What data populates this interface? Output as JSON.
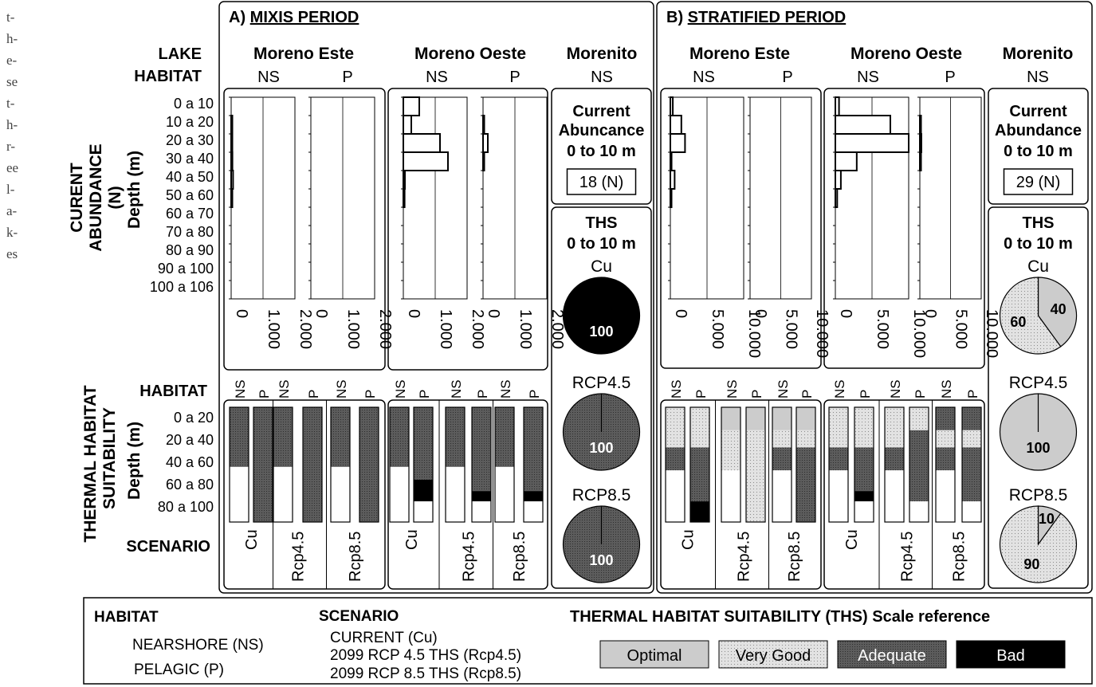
{
  "sidebar_fragments": [
    "t-",
    "h-",
    "e-",
    "se",
    "t-",
    "h-",
    "r-",
    "ee",
    "l-",
    "a-",
    "k-",
    "es"
  ],
  "colors": {
    "optimal": "#cccccc",
    "very_good": "#e2e2e2",
    "very_good_dot": "#8a8a8a",
    "adequate": "#5c5c5c",
    "adequate_dot": "#2e2e2e",
    "bad": "#000000"
  },
  "labels": {
    "panel_a_prefix": "A) ",
    "panel_a_title": "MIXIS PERIOD",
    "panel_b_prefix": "B) ",
    "panel_b_title": "STRATIFIED PERIOD",
    "lake": "LAKE",
    "habitat": "HABITAT",
    "lake_moreno_este": "Moreno Este",
    "lake_moreno_oeste": "Moreno Oeste",
    "lake_morenito": "Morenito",
    "ns": "NS",
    "p": "P",
    "abundance_axis_title_1": "CURENT",
    "abundance_axis_title_2": "ABUNDANCE",
    "abundance_axis_title_3": "(N)",
    "abundance_axis_title_4": "Depth (m)",
    "ths_axis_title_1": "THERMAL HABITAT",
    "ths_axis_title_2": "SUITABILITY",
    "ths_axis_title_3": "Depth (m)",
    "scenario": "SCENARIO",
    "current_abund_1": "Current",
    "current_abund_2": "Abuncance",
    "current_abund_3": "0 to 10 m",
    "current_abund_2b": "Abundance",
    "ths": "THS",
    "ths_range": "0 to 10 m",
    "cu": "Cu",
    "rcp45": "RCP4.5",
    "rcp85": "RCP8.5",
    "mixis_abundance": "18 (N)",
    "strat_abundance": "29 (N)",
    "scenario_cu": "Cu",
    "scenario_rcp45": "Rcp4.5",
    "scenario_rcp85": "Rcp8.5"
  },
  "depth_labels_abundance": [
    "0 a 10",
    "10 a 20",
    "20 a 30",
    "30 a 40",
    "40 a 50",
    "50 a 60",
    "60 a 70",
    "70 a 80",
    "80 a 90",
    "90 a 100",
    "100 a 106"
  ],
  "depth_labels_ths": [
    "0 a 20",
    "20 a 40",
    "40 a 60",
    "60 a 80",
    "80 a 100"
  ],
  "tick_labels": {
    "mixis": [
      "0",
      "1.000",
      "2.000"
    ],
    "stratified": [
      "0",
      "5.000",
      "10.000"
    ]
  },
  "legend": {
    "habitat_title": "HABITAT",
    "habitat_ns": "NEARSHORE (NS)",
    "habitat_p": "PELAGIC (P)",
    "scenario_title": "SCENARIO",
    "scenario_cu": "CURRENT (Cu)",
    "scenario_45": "2099 RCP 4.5 THS (Rcp4.5)",
    "scenario_85": "2099 RCP 8.5 THS (Rcp8.5)",
    "ths_title": "THERMAL HABITAT SUITABILITY (THS) Scale reference",
    "optimal": "Optimal",
    "very_good": "Very Good",
    "adequate": "Adequate",
    "bad": "Bad"
  },
  "chart_data": [
    {
      "type": "bar",
      "panel": "A) MIXIS PERIOD",
      "lake": "Moreno Este",
      "habitat": "NS",
      "orientation": "horizontal",
      "categories": [
        "0 a 10",
        "10 a 20",
        "20 a 30",
        "30 a 40",
        "40 a 50",
        "50 a 60",
        "60 a 70",
        "70 a 80",
        "80 a 90",
        "90 a 100",
        "100 a 106"
      ],
      "values": [
        0,
        10,
        10,
        40,
        60,
        10,
        0,
        0,
        0,
        0,
        0
      ],
      "xlim": [
        0,
        2000
      ]
    },
    {
      "type": "bar",
      "panel": "A) MIXIS PERIOD",
      "lake": "Moreno Este",
      "habitat": "P",
      "orientation": "horizontal",
      "categories": [
        "0 a 10",
        "10 a 20",
        "20 a 30",
        "30 a 40",
        "40 a 50",
        "50 a 60",
        "60 a 70",
        "70 a 80",
        "80 a 90",
        "90 a 100",
        "100 a 106"
      ],
      "values": [
        0,
        0,
        0,
        0,
        0,
        0,
        0,
        0,
        0,
        0,
        0
      ],
      "xlim": [
        0,
        2000
      ]
    },
    {
      "type": "bar",
      "panel": "A) MIXIS PERIOD",
      "lake": "Moreno Oeste",
      "habitat": "NS",
      "orientation": "horizontal",
      "categories": [
        "0 a 10",
        "10 a 20",
        "20 a 30",
        "30 a 40",
        "40 a 50",
        "50 a 60",
        "60 a 70",
        "70 a 80",
        "80 a 90",
        "90 a 100",
        "100 a 106"
      ],
      "values": [
        500,
        250,
        1150,
        1400,
        50,
        40,
        0,
        0,
        0,
        0,
        0
      ],
      "xlim": [
        0,
        2000
      ]
    },
    {
      "type": "bar",
      "panel": "A) MIXIS PERIOD",
      "lake": "Moreno Oeste",
      "habitat": "P",
      "orientation": "horizontal",
      "categories": [
        "0 a 10",
        "10 a 20",
        "20 a 30",
        "30 a 40",
        "40 a 50",
        "50 a 60",
        "60 a 70",
        "70 a 80",
        "80 a 90",
        "90 a 100",
        "100 a 106"
      ],
      "values": [
        0,
        30,
        150,
        20,
        0,
        0,
        0,
        0,
        0,
        0,
        0
      ],
      "xlim": [
        0,
        2000
      ]
    },
    {
      "type": "bar",
      "panel": "B) STRATIFIED PERIOD",
      "lake": "Moreno Este",
      "habitat": "NS",
      "orientation": "horizontal",
      "categories": [
        "0 a 10",
        "10 a 20",
        "20 a 30",
        "30 a 40",
        "40 a 50",
        "50 a 60",
        "60 a 70",
        "70 a 80",
        "80 a 90",
        "90 a 100",
        "100 a 106"
      ],
      "values": [
        400,
        1800,
        2400,
        200,
        700,
        150,
        0,
        0,
        0,
        0,
        0
      ],
      "xlim": [
        0,
        12000
      ]
    },
    {
      "type": "bar",
      "panel": "B) STRATIFIED PERIOD",
      "lake": "Moreno Este",
      "habitat": "P",
      "orientation": "horizontal",
      "categories": [
        "0 a 10",
        "10 a 20",
        "20 a 30",
        "30 a 40",
        "40 a 50",
        "50 a 60",
        "60 a 70",
        "70 a 80",
        "80 a 90",
        "90 a 100",
        "100 a 106"
      ],
      "values": [
        0,
        0,
        0,
        0,
        0,
        0,
        0,
        0,
        0,
        0,
        0
      ],
      "xlim": [
        0,
        12000
      ]
    },
    {
      "type": "bar",
      "panel": "B) STRATIFIED PERIOD",
      "lake": "Moreno Oeste",
      "habitat": "NS",
      "orientation": "horizontal",
      "categories": [
        "0 a 10",
        "10 a 20",
        "20 a 30",
        "30 a 40",
        "40 a 50",
        "50 a 60",
        "60 a 70",
        "70 a 80",
        "80 a 90",
        "90 a 100",
        "100 a 106"
      ],
      "values": [
        600,
        9000,
        12000,
        3500,
        900,
        300,
        0,
        0,
        0,
        0,
        0
      ],
      "xlim": [
        0,
        12000
      ]
    },
    {
      "type": "bar",
      "panel": "B) STRATIFIED PERIOD",
      "lake": "Moreno Oeste",
      "habitat": "P",
      "orientation": "horizontal",
      "categories": [
        "0 a 10",
        "10 a 20",
        "20 a 30",
        "30 a 40",
        "40 a 50",
        "50 a 60",
        "60 a 70",
        "70 a 80",
        "80 a 90",
        "90 a 100",
        "100 a 106"
      ],
      "values": [
        0,
        200,
        300,
        100,
        0,
        0,
        0,
        0,
        0,
        0,
        0
      ],
      "xlim": [
        0,
        12000
      ]
    },
    {
      "type": "pie",
      "panel": "A) MIXIS PERIOD",
      "lake": "Morenito",
      "scenario": "Cu",
      "slices": [
        {
          "label": "Bad",
          "value": 100
        }
      ]
    },
    {
      "type": "pie",
      "panel": "A) MIXIS PERIOD",
      "lake": "Morenito",
      "scenario": "RCP4.5",
      "slices": [
        {
          "label": "Adequate",
          "value": 100
        }
      ]
    },
    {
      "type": "pie",
      "panel": "A) MIXIS PERIOD",
      "lake": "Morenito",
      "scenario": "RCP8.5",
      "slices": [
        {
          "label": "Adequate",
          "value": 100
        }
      ]
    },
    {
      "type": "pie",
      "panel": "B) STRATIFIED PERIOD",
      "lake": "Morenito",
      "scenario": "Cu",
      "slices": [
        {
          "label": "Optimal",
          "value": 40
        },
        {
          "label": "Very Good",
          "value": 60
        }
      ]
    },
    {
      "type": "pie",
      "panel": "B) STRATIFIED PERIOD",
      "lake": "Morenito",
      "scenario": "RCP4.5",
      "slices": [
        {
          "label": "Optimal",
          "value": 100
        }
      ]
    },
    {
      "type": "pie",
      "panel": "B) STRATIFIED PERIOD",
      "lake": "Morenito",
      "scenario": "RCP8.5",
      "slices": [
        {
          "label": "Optimal",
          "value": 10
        },
        {
          "label": "Very Good",
          "value": 90
        }
      ]
    },
    {
      "type": "table",
      "description": "Thermal habitat suitability stacked columns, depth in meters (0 to 100), segments top to bottom",
      "columns": [
        {
          "panel": "A",
          "lake": "Moreno Este",
          "scenario": "Cu",
          "habitat": "NS",
          "segments": [
            {
              "c": "adequate",
              "from": 0,
              "to": 52
            },
            {
              "c": "none",
              "from": 52,
              "to": 100
            }
          ]
        },
        {
          "panel": "A",
          "lake": "Moreno Este",
          "scenario": "Cu",
          "habitat": "P",
          "segments": [
            {
              "c": "adequate",
              "from": 0,
              "to": 100
            }
          ]
        },
        {
          "panel": "A",
          "lake": "Moreno Este",
          "scenario": "Rcp4.5",
          "habitat": "NS",
          "segments": [
            {
              "c": "adequate",
              "from": 0,
              "to": 52
            },
            {
              "c": "none",
              "from": 52,
              "to": 100
            }
          ]
        },
        {
          "panel": "A",
          "lake": "Moreno Este",
          "scenario": "Rcp4.5",
          "habitat": "P",
          "segments": [
            {
              "c": "adequate",
              "from": 0,
              "to": 100
            }
          ]
        },
        {
          "panel": "A",
          "lake": "Moreno Este",
          "scenario": "Rcp8.5",
          "habitat": "NS",
          "segments": [
            {
              "c": "adequate",
              "from": 0,
              "to": 52
            },
            {
              "c": "none",
              "from": 52,
              "to": 100
            }
          ]
        },
        {
          "panel": "A",
          "lake": "Moreno Este",
          "scenario": "Rcp8.5",
          "habitat": "P",
          "segments": [
            {
              "c": "adequate",
              "from": 0,
              "to": 100
            }
          ]
        },
        {
          "panel": "A",
          "lake": "Moreno Oeste",
          "scenario": "Cu",
          "habitat": "NS",
          "segments": [
            {
              "c": "adequate",
              "from": 0,
              "to": 52
            },
            {
              "c": "none",
              "from": 52,
              "to": 100
            }
          ]
        },
        {
          "panel": "A",
          "lake": "Moreno Oeste",
          "scenario": "Cu",
          "habitat": "P",
          "segments": [
            {
              "c": "adequate",
              "from": 0,
              "to": 63
            },
            {
              "c": "bad",
              "from": 63,
              "to": 82
            },
            {
              "c": "none",
              "from": 82,
              "to": 100
            }
          ]
        },
        {
          "panel": "A",
          "lake": "Moreno Oeste",
          "scenario": "Rcp4.5",
          "habitat": "NS",
          "segments": [
            {
              "c": "adequate",
              "from": 0,
              "to": 52
            },
            {
              "c": "none",
              "from": 52,
              "to": 100
            }
          ]
        },
        {
          "panel": "A",
          "lake": "Moreno Oeste",
          "scenario": "Rcp4.5",
          "habitat": "P",
          "segments": [
            {
              "c": "adequate",
              "from": 0,
              "to": 73
            },
            {
              "c": "bad",
              "from": 73,
              "to": 82
            },
            {
              "c": "none",
              "from": 82,
              "to": 100
            }
          ]
        },
        {
          "panel": "A",
          "lake": "Moreno Oeste",
          "scenario": "Rcp8.5",
          "habitat": "NS",
          "segments": [
            {
              "c": "adequate",
              "from": 0,
              "to": 52
            },
            {
              "c": "none",
              "from": 52,
              "to": 100
            }
          ]
        },
        {
          "panel": "A",
          "lake": "Moreno Oeste",
          "scenario": "Rcp8.5",
          "habitat": "P",
          "segments": [
            {
              "c": "adequate",
              "from": 0,
              "to": 73
            },
            {
              "c": "bad",
              "from": 73,
              "to": 82
            },
            {
              "c": "none",
              "from": 82,
              "to": 100
            }
          ]
        },
        {
          "panel": "B",
          "lake": "Moreno Este",
          "scenario": "Cu",
          "habitat": "NS",
          "segments": [
            {
              "c": "very_good",
              "from": 0,
              "to": 35
            },
            {
              "c": "adequate",
              "from": 35,
              "to": 55
            },
            {
              "c": "none",
              "from": 55,
              "to": 100
            }
          ]
        },
        {
          "panel": "B",
          "lake": "Moreno Este",
          "scenario": "Cu",
          "habitat": "P",
          "segments": [
            {
              "c": "very_good",
              "from": 0,
              "to": 35
            },
            {
              "c": "adequate",
              "from": 35,
              "to": 82
            },
            {
              "c": "bad",
              "from": 82,
              "to": 100
            }
          ]
        },
        {
          "panel": "B",
          "lake": "Moreno Este",
          "scenario": "Rcp4.5",
          "habitat": "NS",
          "segments": [
            {
              "c": "optimal",
              "from": 0,
              "to": 20
            },
            {
              "c": "very_good",
              "from": 20,
              "to": 55
            },
            {
              "c": "none",
              "from": 55,
              "to": 100
            }
          ]
        },
        {
          "panel": "B",
          "lake": "Moreno Este",
          "scenario": "Rcp4.5",
          "habitat": "P",
          "segments": [
            {
              "c": "optimal",
              "from": 0,
              "to": 20
            },
            {
              "c": "very_good",
              "from": 20,
              "to": 100
            }
          ]
        },
        {
          "panel": "B",
          "lake": "Moreno Este",
          "scenario": "Rcp8.5",
          "habitat": "NS",
          "segments": [
            {
              "c": "optimal",
              "from": 0,
              "to": 20
            },
            {
              "c": "very_good",
              "from": 20,
              "to": 35
            },
            {
              "c": "adequate",
              "from": 35,
              "to": 55
            },
            {
              "c": "none",
              "from": 55,
              "to": 100
            }
          ]
        },
        {
          "panel": "B",
          "lake": "Moreno Este",
          "scenario": "Rcp8.5",
          "habitat": "P",
          "segments": [
            {
              "c": "optimal",
              "from": 0,
              "to": 20
            },
            {
              "c": "very_good",
              "from": 20,
              "to": 35
            },
            {
              "c": "adequate",
              "from": 35,
              "to": 100
            }
          ]
        },
        {
          "panel": "B",
          "lake": "Moreno Oeste",
          "scenario": "Cu",
          "habitat": "NS",
          "segments": [
            {
              "c": "very_good",
              "from": 0,
              "to": 35
            },
            {
              "c": "adequate",
              "from": 35,
              "to": 55
            },
            {
              "c": "none",
              "from": 55,
              "to": 100
            }
          ]
        },
        {
          "panel": "B",
          "lake": "Moreno Oeste",
          "scenario": "Cu",
          "habitat": "P",
          "segments": [
            {
              "c": "very_good",
              "from": 0,
              "to": 35
            },
            {
              "c": "adequate",
              "from": 35,
              "to": 73
            },
            {
              "c": "bad",
              "from": 73,
              "to": 82
            },
            {
              "c": "none",
              "from": 82,
              "to": 100
            }
          ]
        },
        {
          "panel": "B",
          "lake": "Moreno Oeste",
          "scenario": "Rcp4.5",
          "habitat": "NS",
          "segments": [
            {
              "c": "very_good",
              "from": 0,
              "to": 35
            },
            {
              "c": "adequate",
              "from": 35,
              "to": 55
            },
            {
              "c": "none",
              "from": 55,
              "to": 100
            }
          ]
        },
        {
          "panel": "B",
          "lake": "Moreno Oeste",
          "scenario": "Rcp4.5",
          "habitat": "P",
          "segments": [
            {
              "c": "very_good",
              "from": 0,
              "to": 20
            },
            {
              "c": "adequate",
              "from": 20,
              "to": 82
            },
            {
              "c": "none",
              "from": 82,
              "to": 100
            }
          ]
        },
        {
          "panel": "B",
          "lake": "Moreno Oeste",
          "scenario": "Rcp8.5",
          "habitat": "NS",
          "segments": [
            {
              "c": "adequate",
              "from": 0,
              "to": 20
            },
            {
              "c": "very_good",
              "from": 20,
              "to": 35
            },
            {
              "c": "adequate",
              "from": 35,
              "to": 55
            },
            {
              "c": "none",
              "from": 55,
              "to": 100
            }
          ]
        },
        {
          "panel": "B",
          "lake": "Moreno Oeste",
          "scenario": "Rcp8.5",
          "habitat": "P",
          "segments": [
            {
              "c": "adequate",
              "from": 0,
              "to": 20
            },
            {
              "c": "very_good",
              "from": 20,
              "to": 35
            },
            {
              "c": "adequate",
              "from": 35,
              "to": 82
            },
            {
              "c": "none",
              "from": 82,
              "to": 100
            }
          ]
        }
      ]
    }
  ]
}
